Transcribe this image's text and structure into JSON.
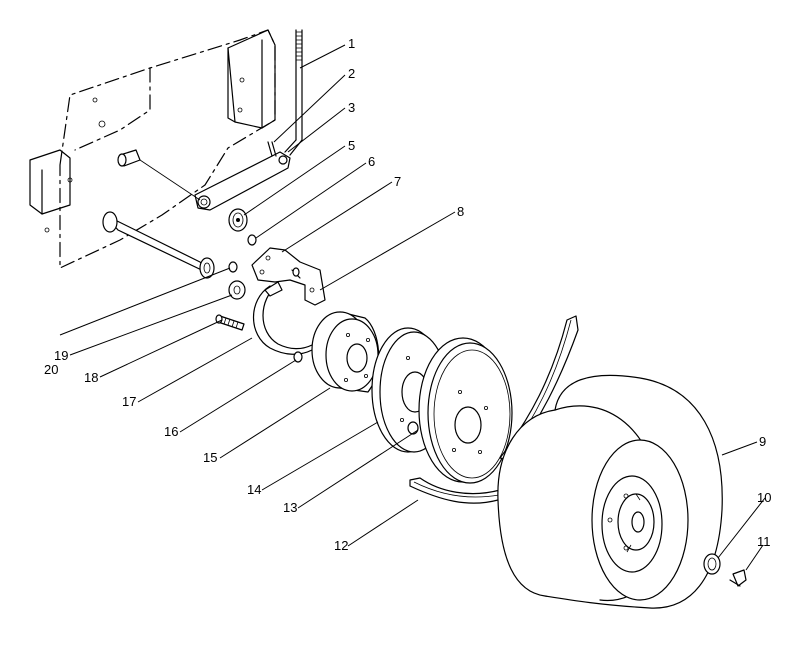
{
  "callouts": [
    {
      "id": "c1",
      "label": "1"
    },
    {
      "id": "c2",
      "label": "2"
    },
    {
      "id": "c3",
      "label": "3"
    },
    {
      "id": "c5",
      "label": "5"
    },
    {
      "id": "c6",
      "label": "6"
    },
    {
      "id": "c7",
      "label": "7"
    },
    {
      "id": "c8",
      "label": "8"
    },
    {
      "id": "c9",
      "label": "9"
    },
    {
      "id": "c10",
      "label": "10"
    },
    {
      "id": "c11",
      "label": "11"
    },
    {
      "id": "c12",
      "label": "12"
    },
    {
      "id": "c13",
      "label": "13"
    },
    {
      "id": "c14",
      "label": "14"
    },
    {
      "id": "c15",
      "label": "15"
    },
    {
      "id": "c16",
      "label": "16"
    },
    {
      "id": "c17",
      "label": "17"
    },
    {
      "id": "c18",
      "label": "18"
    },
    {
      "id": "c19",
      "label": "19"
    },
    {
      "id": "c20",
      "label": "20"
    }
  ]
}
